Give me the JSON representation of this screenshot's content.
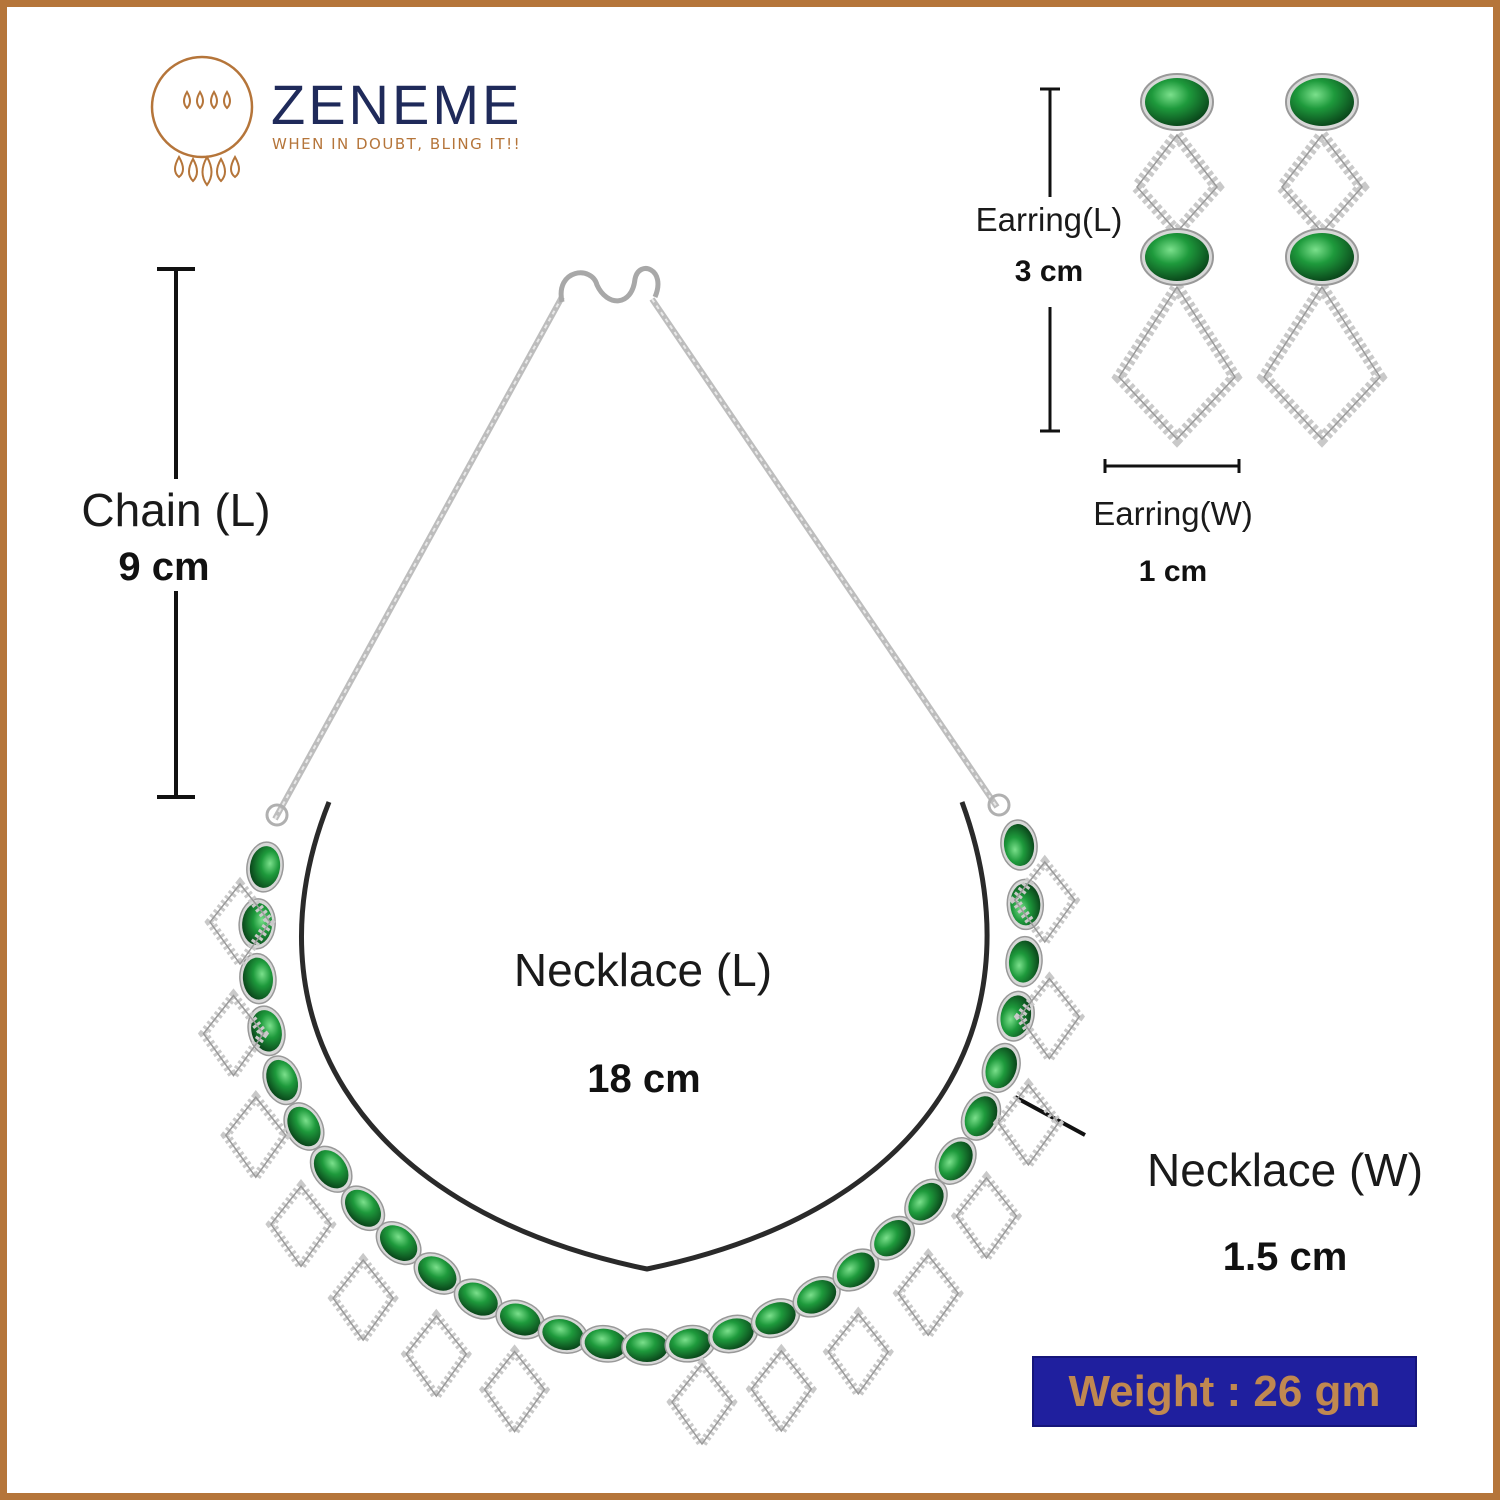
{
  "brand": {
    "name": "ZENEME",
    "tagline": "WHEN IN DOUBT, BLING IT!!",
    "logo_color": "#b5753a",
    "name_color": "#1f2a5a"
  },
  "measurements": {
    "chain": {
      "label": "Chain (L)",
      "value": "9 cm"
    },
    "earring_length": {
      "label": "Earring(L)",
      "value": "3 cm"
    },
    "earring_width": {
      "label": "Earring(W)",
      "value": "1 cm"
    },
    "necklace_length": {
      "label": "Necklace (L)",
      "value": "18 cm"
    },
    "necklace_width": {
      "label": "Necklace (W)",
      "value": "1.5 cm"
    }
  },
  "weight": {
    "text": "Weight : 26 gm",
    "box_color": "#1f1f9e",
    "text_color": "#c08850"
  },
  "colors": {
    "border": "#b5753a",
    "gem": "#1e8a3a",
    "silver": "#c9c9c9"
  }
}
